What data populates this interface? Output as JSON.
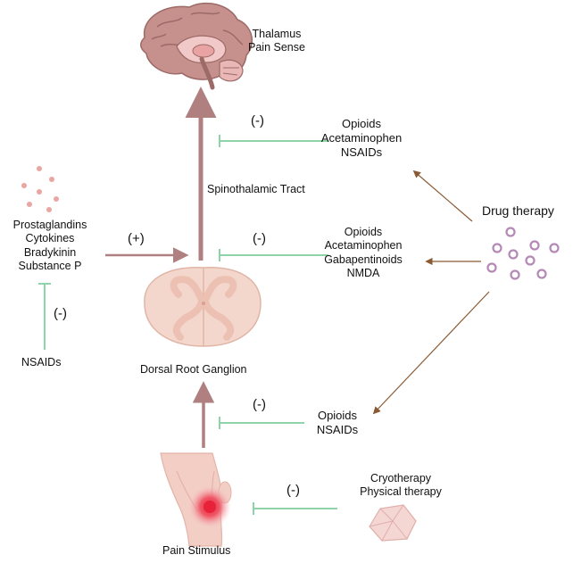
{
  "brain": {
    "label_lines": [
      "Thalamus",
      "Pain Sense"
    ]
  },
  "tract_label": "Spinothalamic Tract",
  "drg_label": "Dorsal Root Ganglion",
  "stimulus_label": "Pain Stimulus",
  "drug_therapy_label": "Drug therapy",
  "mediators": {
    "lines": [
      "Prostaglandins",
      "Cytokines",
      "Bradykinin",
      "Substance P"
    ],
    "effect_sign": "(+)"
  },
  "nsaid_block": {
    "label": "NSAIDs",
    "sign": "(-)"
  },
  "inhibitions": {
    "thalamus": {
      "sign": "(-)",
      "drugs": [
        "Opioids",
        "Acetaminophen",
        "NSAIDs"
      ]
    },
    "spinal": {
      "sign": "(-)",
      "drugs": [
        "Opioids",
        "Acetaminophen",
        "Gabapentinoids",
        "NMDA"
      ]
    },
    "peripheral": {
      "sign": "(-)",
      "drugs": [
        "Opioids",
        "NSAIDs"
      ]
    },
    "physical": {
      "sign": "(-)",
      "therapies": [
        "Cryotherapy",
        "Physical therapy"
      ]
    }
  },
  "colors": {
    "ascending_arrow": "#b07f7f",
    "inhibition": "#8fd4a8",
    "drug_arrow": "#8b5a33",
    "mediator_dots": "#e9a6a3",
    "drug_rings": "#b489b6"
  },
  "icons": [
    "brain-icon",
    "spinal-cord-icon",
    "knee-joint-icon",
    "ice-cube-icon",
    "mediator-dots-icon",
    "drug-molecules-icon"
  ]
}
